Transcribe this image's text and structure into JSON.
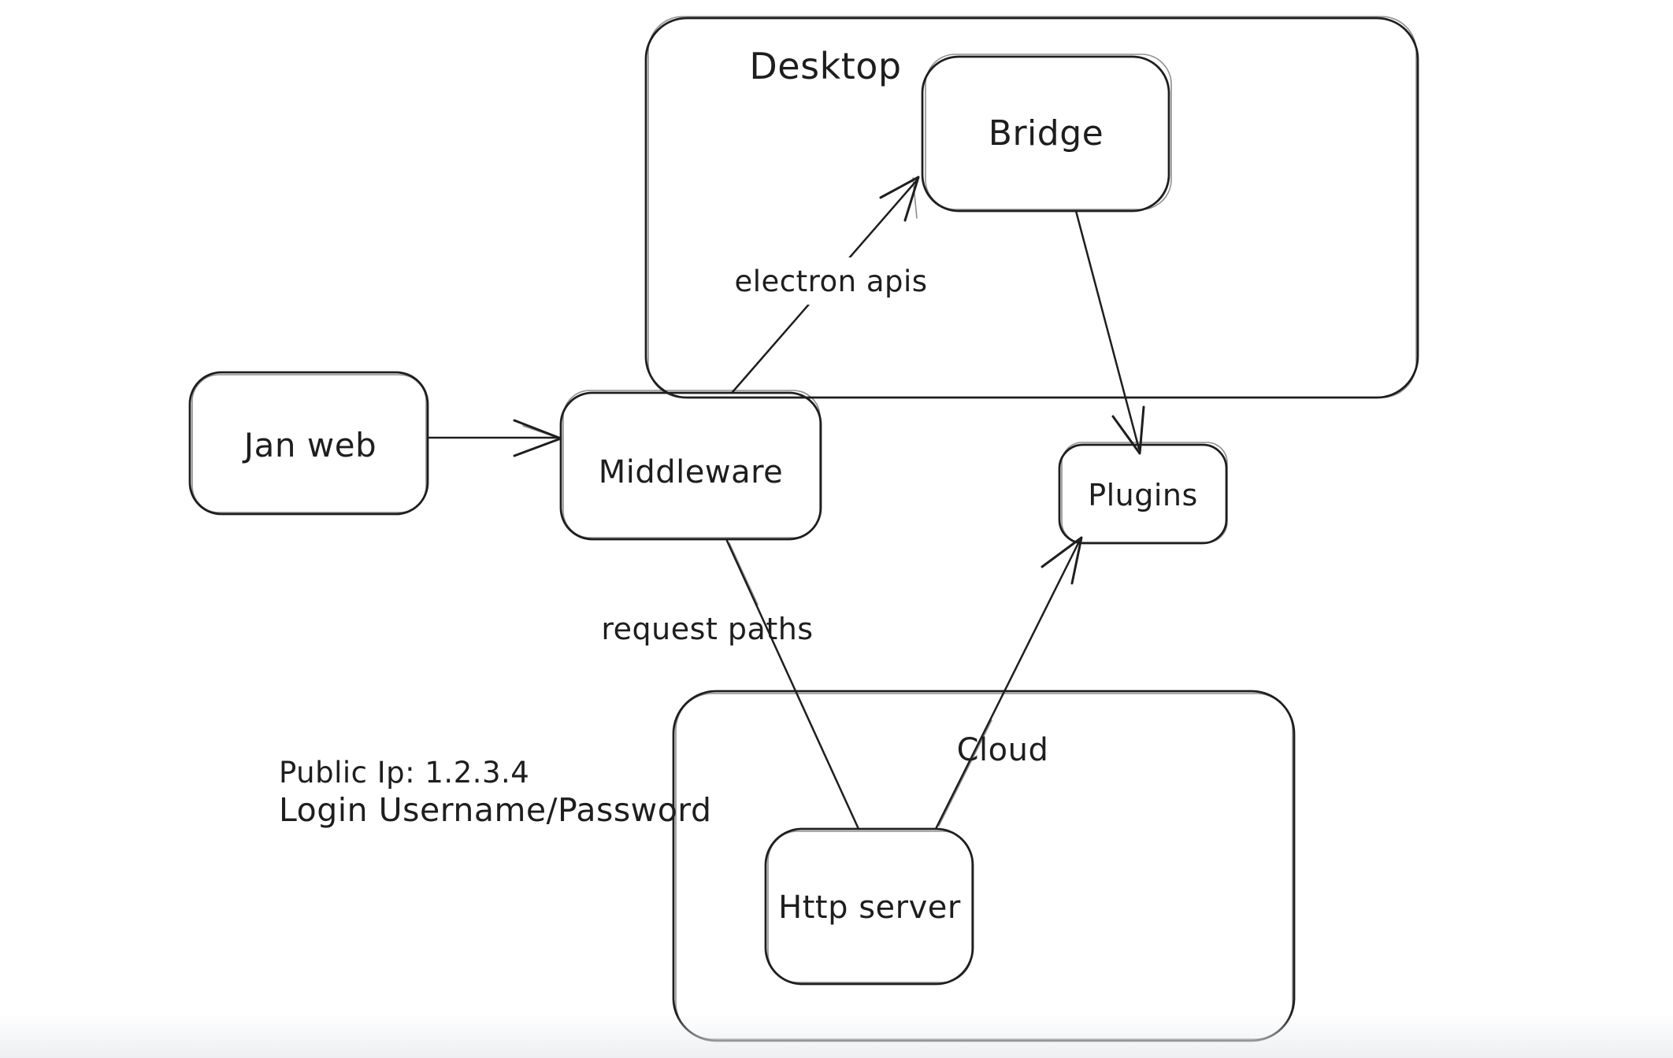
{
  "canvas": {
    "style": "hand-drawn-diagram",
    "background": "#ffffff",
    "stroke_color": "#1e1e1e"
  },
  "containers": {
    "desktop": {
      "label": "Desktop"
    },
    "cloud": {
      "label": "Cloud"
    }
  },
  "nodes": {
    "jan_web": {
      "label": "Jan web"
    },
    "middleware": {
      "label": "Middleware"
    },
    "bridge": {
      "label": "Bridge"
    },
    "plugins": {
      "label": "Plugins"
    },
    "http_server": {
      "label": "Http server"
    }
  },
  "edge_labels": {
    "electron_apis": "electron apis",
    "request_paths": "request paths"
  },
  "edges": [
    {
      "from": "Jan web",
      "to": "Middleware",
      "arrowhead": "end",
      "label": ""
    },
    {
      "from": "Middleware",
      "to": "Bridge",
      "arrowhead": "end",
      "label": "electron apis"
    },
    {
      "from": "Bridge",
      "to": "Plugins",
      "arrowhead": "end",
      "label": ""
    },
    {
      "from": "Middleware",
      "to": "Http server",
      "arrowhead": "none",
      "label": "request paths"
    },
    {
      "from": "Http server",
      "to": "Plugins",
      "arrowhead": "end",
      "label": ""
    }
  ],
  "note": {
    "line1": "Public Ip: 1.2.3.4",
    "line2": "Login Username/Password"
  }
}
